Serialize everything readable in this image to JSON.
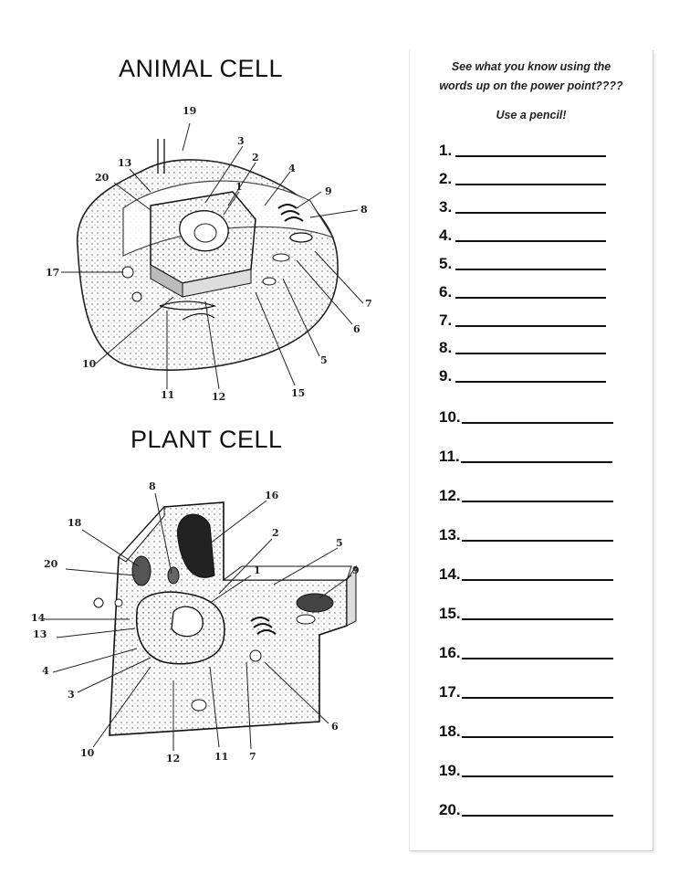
{
  "animal_cell": {
    "title": "ANIMAL CELL",
    "labels": [
      "19",
      "3",
      "2",
      "13",
      "4",
      "20",
      "1",
      "9",
      "8",
      "17",
      "7",
      "6",
      "10",
      "5",
      "11",
      "12",
      "15"
    ]
  },
  "plant_cell": {
    "title": "PLANT CELL",
    "labels": [
      "8",
      "16",
      "18",
      "2",
      "5",
      "20",
      "1",
      "9",
      "14",
      "13",
      "4",
      "3",
      "6",
      "10",
      "12",
      "11",
      "7"
    ]
  },
  "instructions": {
    "line1": "See what you know using the",
    "line2": "words up on the power point????",
    "line3": "Use a pencil!"
  },
  "answers": [
    "1.",
    "2.",
    "3.",
    "4.",
    "5.",
    "6.",
    "7.",
    "8.",
    "9.",
    "10.",
    "11.",
    "12.",
    "13.",
    "14.",
    "15.",
    "16.",
    "17.",
    "18.",
    "19.",
    "20."
  ]
}
